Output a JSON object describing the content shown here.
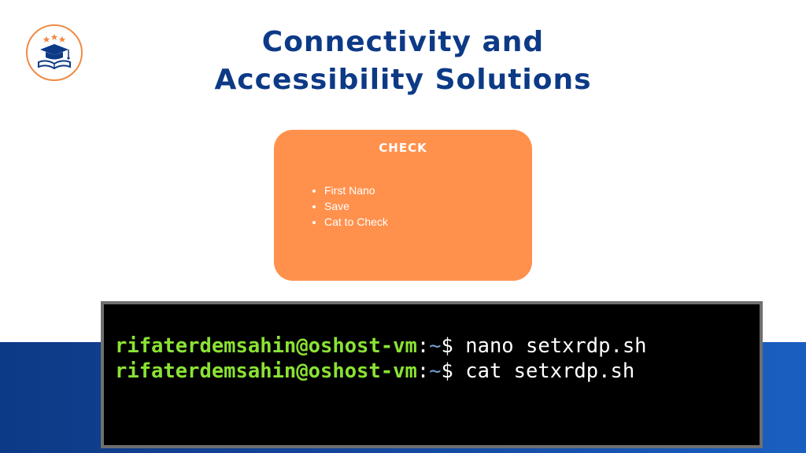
{
  "slide": {
    "title_line1": "Connectivity and",
    "title_line2": "Accessibility Solutions"
  },
  "card": {
    "title": "CHECK",
    "items": [
      "First Nano",
      "Save",
      "Cat to Check"
    ]
  },
  "terminal": {
    "lines": [
      {
        "user": "rifaterdemsahin@oshost-vm",
        "sep": ":",
        "path": "~",
        "prompt": "$ ",
        "command": "nano setxrdp.sh"
      },
      {
        "user": "rifaterdemsahin@oshost-vm",
        "sep": ":",
        "path": "~",
        "prompt": "$ ",
        "command": "cat setxrdp.sh"
      }
    ]
  },
  "colors": {
    "brand_blue": "#0d3a86",
    "card_orange": "#ff914d",
    "prompt_green": "#8ae234"
  },
  "icons": {
    "logo": "graduation-cap-book-logo-icon"
  }
}
